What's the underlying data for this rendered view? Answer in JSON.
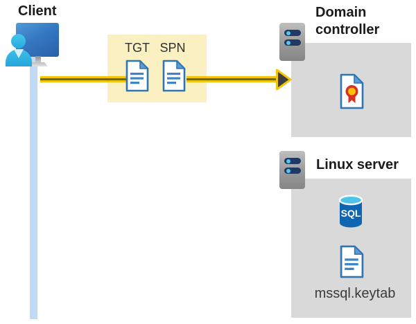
{
  "diagram_title": "Kerberos client to domain controller and Linux server flow",
  "client": {
    "label": "Client"
  },
  "ticket_box": {
    "tgt_label": "TGT",
    "spn_label": "SPN"
  },
  "domain_controller": {
    "label_line1": "Domain",
    "label_line2": "controller"
  },
  "linux_server": {
    "label": "Linux server",
    "sql_text": "SQL",
    "keytab_label": "mssql.keytab"
  },
  "colors": {
    "ticket_box_yellow": "#FAF0C2",
    "arrow_yellow": "#F3C60B",
    "arrow_core_olive": "#6D6723",
    "arrowhead_dark": "#3E3E3E",
    "panel_gray": "#D9D9D9",
    "doc_border_blue": "#2E75B6",
    "doc_fold_blue": "#5B9BD5",
    "doc_line_blue": "#3D85C6",
    "sql_body_blue": "#1065B1",
    "sql_top_cyan": "#4EC3EA",
    "ribbon_red": "#D93025",
    "ribbon_gold": "#FFC107",
    "monitor_blue": "#2B5FA9",
    "person_cyan": "#2FB9E4",
    "server_slot_navy": "#1F3864",
    "server_dot_cyan": "#55C6EC",
    "connection_line_blue": "#C3DAF4",
    "text_dark": "#1B1B1B"
  }
}
